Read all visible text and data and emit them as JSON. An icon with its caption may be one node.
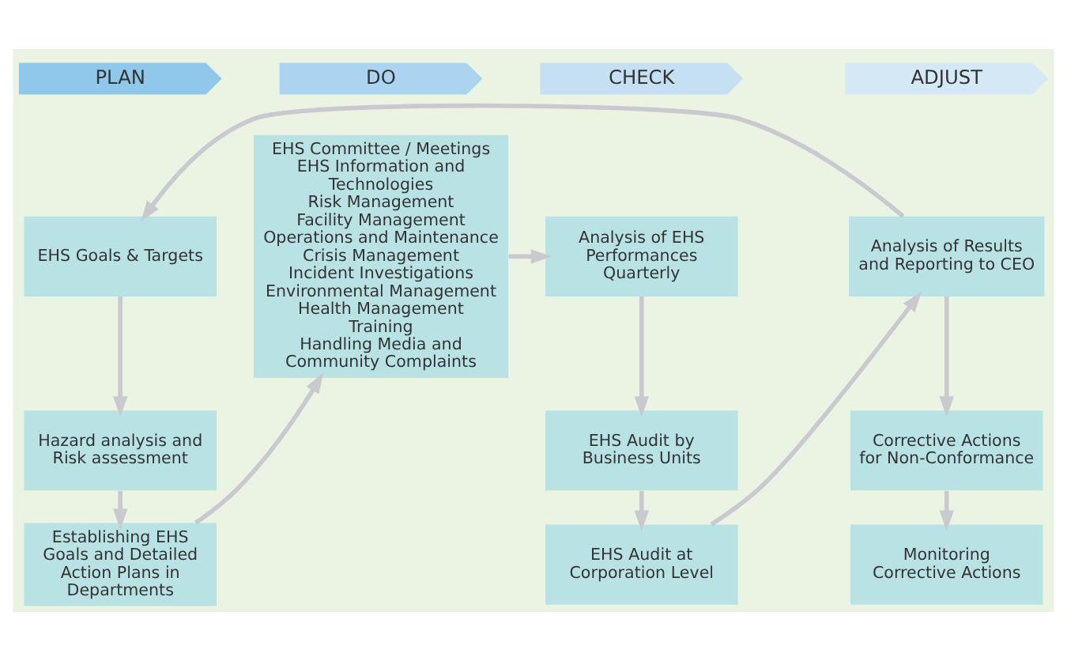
{
  "diagram": {
    "nodes": [
      {
        "text": [
          "PLAN"
        ]
      },
      {
        "text": [
          "DO"
        ]
      },
      {
        "text": [
          "CHECK"
        ]
      },
      {
        "text": [
          "ADJUST"
        ]
      },
      {
        "text": [
          "EHS Goals & Targets"
        ]
      },
      {
        "text": [
          "Hazard analysis and Risk assessment"
        ]
      },
      {
        "text": [
          "Establishing EHS Goals and Detailed Action Plans in Departments"
        ]
      },
      {
        "text": [
          "EHS Committee / Meetings",
          "EHS Information and Technologies",
          "Risk Management",
          "Facility Management",
          "Operations and Maintenance",
          "Crisis Management",
          "Incident Investigations",
          "Environmental Management",
          "Health Management",
          "Training",
          "Handling Media and Community Complaints"
        ]
      },
      {
        "text": [
          "Analysis of EHS Performances Quarterly"
        ]
      },
      {
        "text": [
          "EHS Audit by Business Units"
        ]
      },
      {
        "text": [
          "EHS Audit at Corporation Level"
        ]
      },
      {
        "text": [
          "Analysis of Results and Reporting to CEO"
        ]
      },
      {
        "text": [
          "Corrective Actions for Non-Conformance"
        ]
      },
      {
        "text": [
          "Monitoring Corrective Actions"
        ]
      }
    ],
    "edges": [
      {
        "from": 4,
        "to": 5,
        "arrow": "to"
      },
      {
        "from": 5,
        "to": 6,
        "arrow": "to"
      },
      {
        "from": 6,
        "to": 7,
        "arrow": "to"
      },
      {
        "from": 7,
        "to": 8,
        "arrow": "to"
      },
      {
        "from": 8,
        "to": 9,
        "arrow": "to"
      },
      {
        "from": 9,
        "to": 10,
        "arrow": "to"
      },
      {
        "from": 10,
        "to": 11,
        "arrow": "to"
      },
      {
        "from": 11,
        "to": 12,
        "arrow": "to"
      },
      {
        "from": 12,
        "to": 13,
        "arrow": "to"
      },
      {
        "from": 11,
        "to": 4,
        "arrow": "to"
      }
    ]
  }
}
